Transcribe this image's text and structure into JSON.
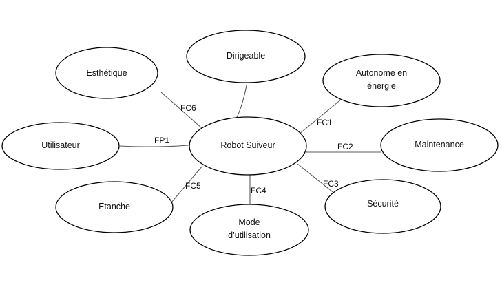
{
  "diagram": {
    "center": "Robot Suiveur",
    "nodes": {
      "esthetique": "Esthétique",
      "dirigeable": "Dirigeable",
      "autonome_line1": "Autonome en",
      "autonome_line2": "énergie",
      "utilisateur": "Utilisateur",
      "maintenance": "Maintenance",
      "etanche": "Etanche",
      "securite": "Sécurité",
      "mode_line1": "Mode",
      "mode_line2": "d’utilisation"
    },
    "links": {
      "fp1": "FP1",
      "fc1": "FC1",
      "fc2": "FC2",
      "fc3": "FC3",
      "fc4": "FC4",
      "fc5": "FC5",
      "fc6": "FC6"
    }
  }
}
